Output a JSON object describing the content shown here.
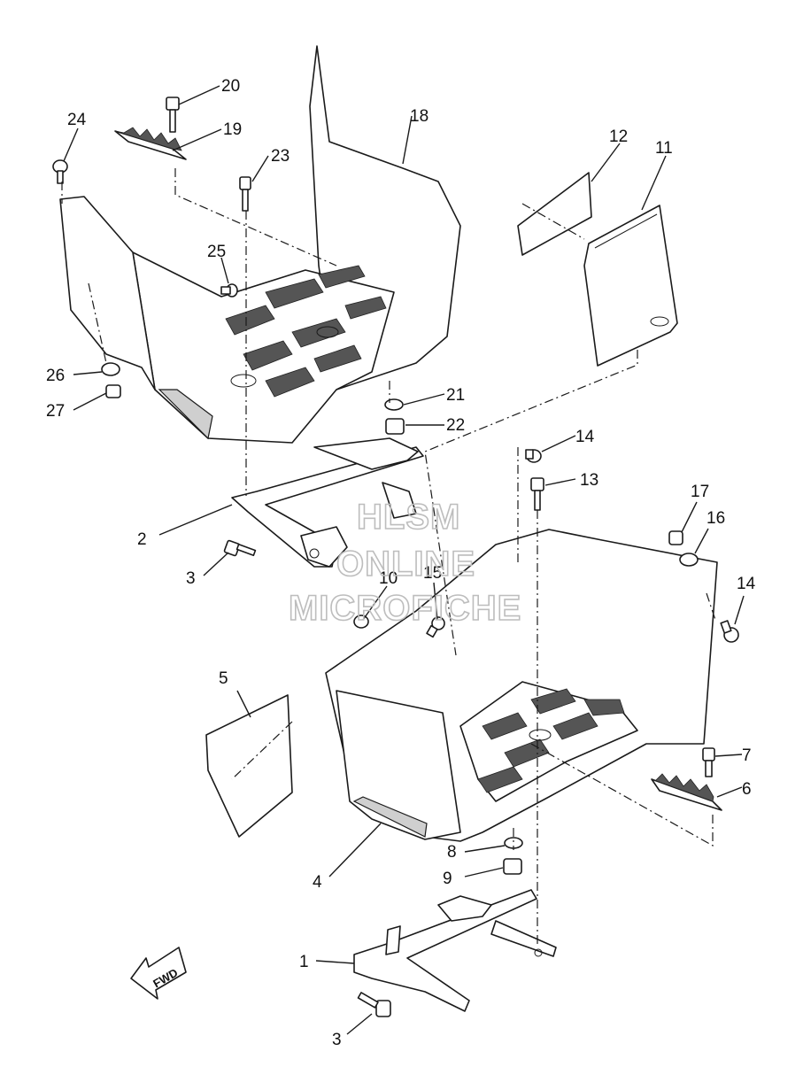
{
  "diagram": {
    "callouts": [
      "1",
      "2",
      "3",
      "3",
      "4",
      "5",
      "6",
      "7",
      "8",
      "9",
      "10",
      "11",
      "12",
      "13",
      "14",
      "14",
      "15",
      "16",
      "17",
      "18",
      "19",
      "20",
      "21",
      "22",
      "23",
      "24",
      "25",
      "26",
      "27"
    ],
    "fwd_label": "FWD"
  },
  "watermark": {
    "lines": [
      "HLSM",
      "ONLINE",
      "MICROFICHE"
    ]
  }
}
